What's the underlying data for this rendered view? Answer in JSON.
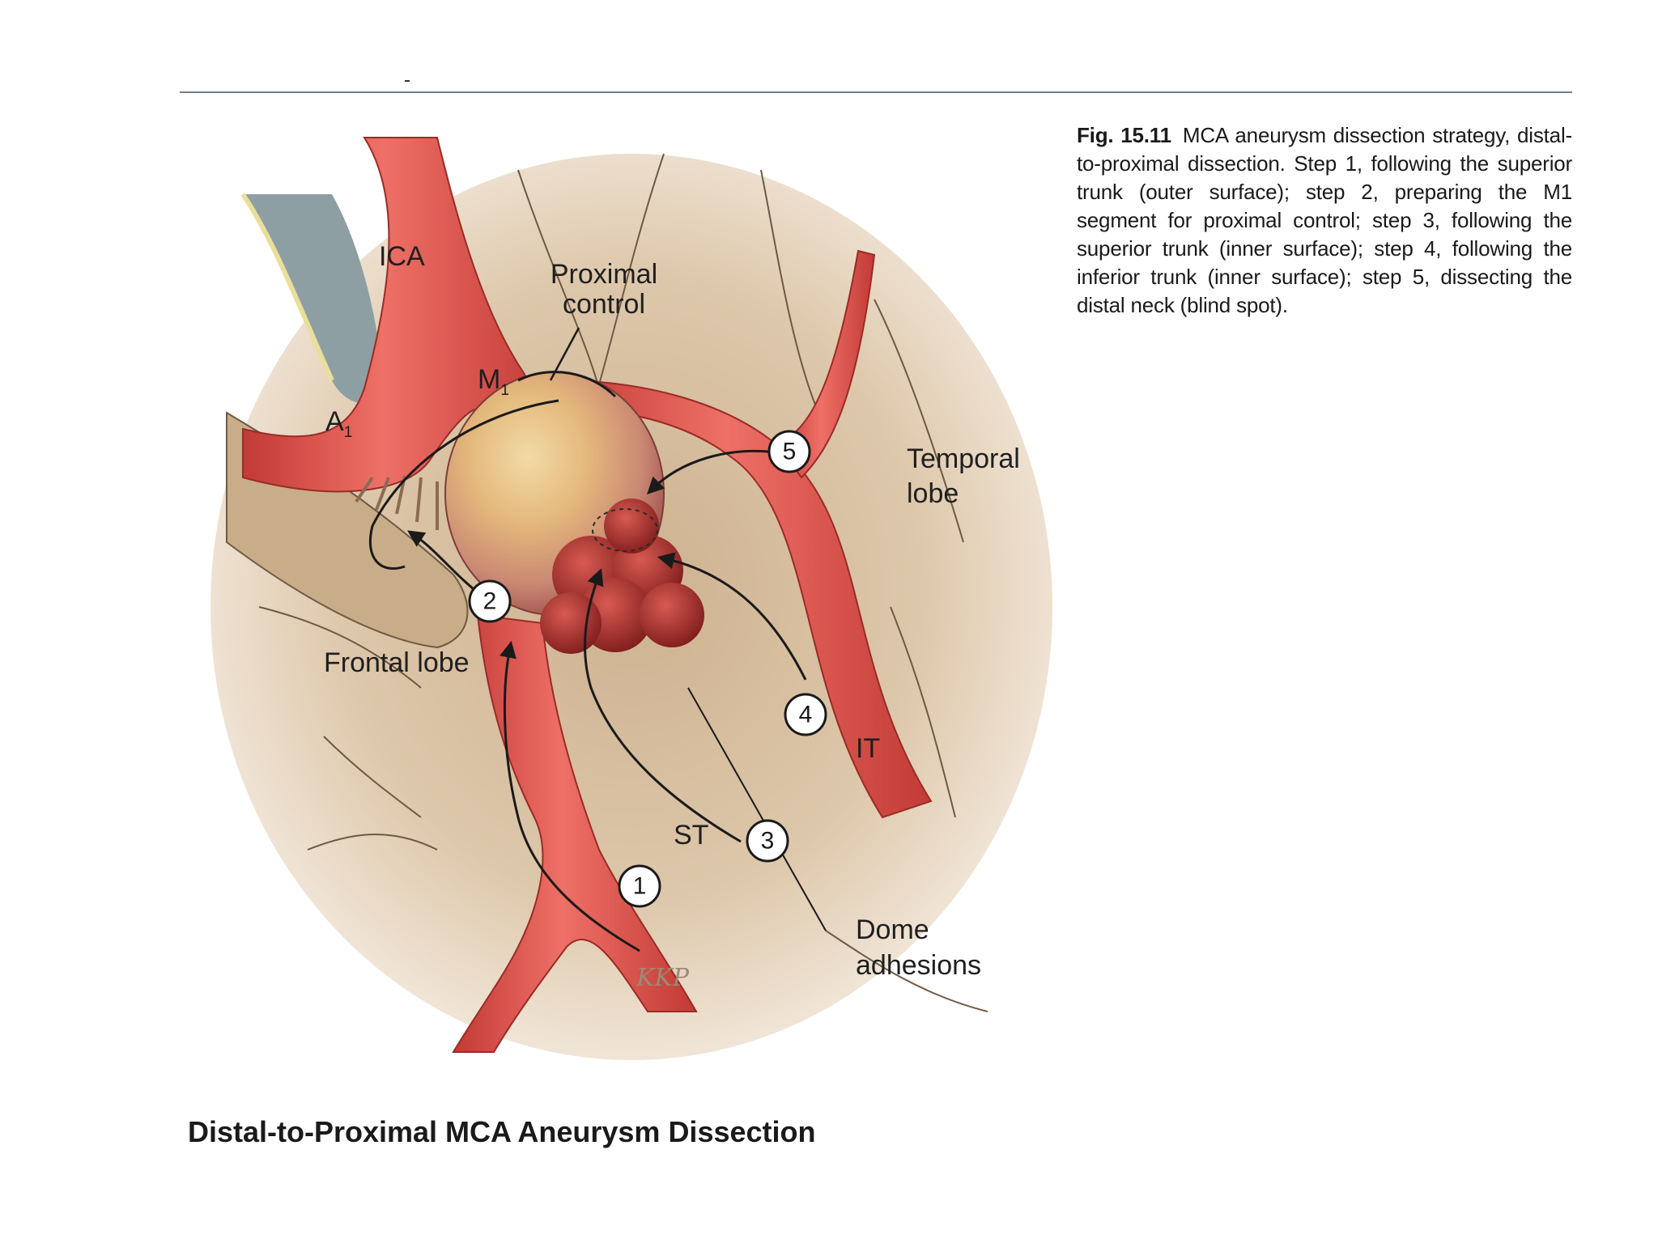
{
  "figure": {
    "caption_label": "Fig. 15.11",
    "caption_text": "MCA aneurysm dissection strategy, distal-to-proximal dissection. Step 1, following the superior trunk (outer surface); step 2, preparing the M1 segment for proximal control; step 3, following the superior trunk (inner surface); step 4, following the inferior trunk (inner surface); step 5, dissecting the distal neck (blind spot).",
    "title": "Distal-to-Proximal MCA Aneurysm Dissection"
  },
  "labels": {
    "ica": "ICA",
    "m1_main": "M",
    "m1_sub": "1",
    "a1_main": "A",
    "a1_sub": "1",
    "proximal_line1": "Proximal",
    "proximal_line2": "control",
    "temporal_line1": "Temporal",
    "temporal_line2": "lobe",
    "frontal": "Frontal lobe",
    "it": "IT",
    "st": "ST",
    "dome_line1": "Dome",
    "dome_line2": "adhesions",
    "signature": "KKP"
  },
  "steps": [
    "1",
    "2",
    "3",
    "4",
    "5"
  ],
  "colors": {
    "artery": "#e0544c",
    "artery_dark": "#b8342f",
    "brain": "#d9c3a5",
    "brain_shadow": "#b89e7c",
    "aneurysm_light": "#e9c98a",
    "aneurysm_dark": "#b33a35",
    "rule": "#6f7f8f"
  }
}
